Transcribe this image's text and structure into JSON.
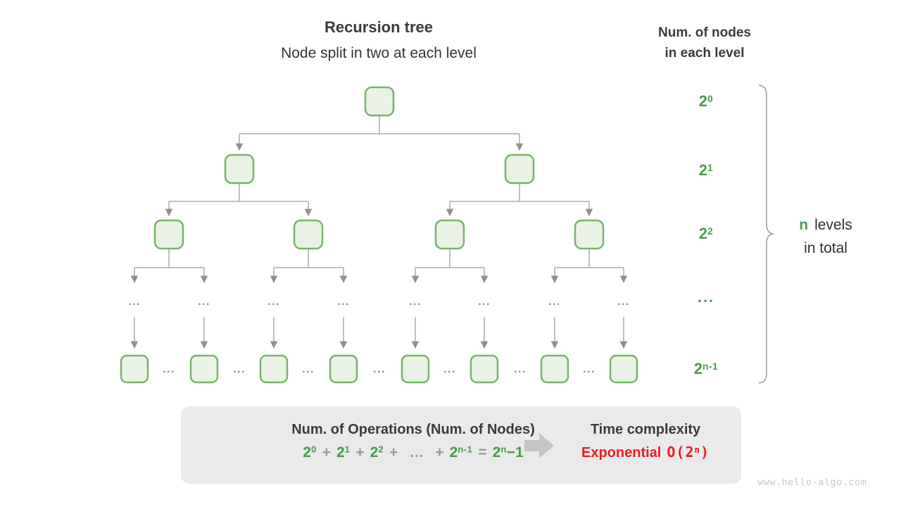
{
  "header": {
    "title": "Recursion tree",
    "subtitle": "Node split in two at each level"
  },
  "right_panel": {
    "header": "Num. of nodes\nin each level",
    "levels": [
      {
        "base": "2",
        "exp": "0"
      },
      {
        "base": "2",
        "exp": "1"
      },
      {
        "base": "2",
        "exp": "2"
      },
      {
        "dots": "..."
      },
      {
        "base": "2",
        "exp": "n-1"
      }
    ]
  },
  "brace_label": {
    "n": "n",
    "rest": "levels",
    "line2": "in total"
  },
  "tree": {
    "ellipsis": "..."
  },
  "operations": {
    "title": "Num. of Operations (Num. of Nodes)",
    "formula_segments": [
      {
        "t": "2",
        "e": "0",
        "c": "green"
      },
      {
        "t": "+",
        "c": "gray"
      },
      {
        "t": "2",
        "e": "1",
        "c": "green"
      },
      {
        "t": "+",
        "c": "gray"
      },
      {
        "t": "2",
        "e": "2",
        "c": "green"
      },
      {
        "t": "+",
        "c": "gray"
      },
      {
        "t": "…",
        "c": "gray"
      },
      {
        "t": "+",
        "c": "gray"
      },
      {
        "t": "2",
        "e": "n-1",
        "c": "green"
      },
      {
        "t": "=",
        "c": "gray"
      },
      {
        "t": "2",
        "e": "n",
        "tail": "−1",
        "c": "green"
      }
    ]
  },
  "complexity": {
    "title": "Time complexity",
    "label": "Exponential",
    "o_open": "O(2",
    "o_exp": "n",
    "o_close": ")"
  },
  "watermark": "www.hello-algo.com",
  "colors": {
    "green": "#4e9b4e",
    "red": "#ee1b1f",
    "node_fill": "#e9f2e4",
    "node_border": "#77b569",
    "line_gray": "#ababab",
    "box_bg": "#eaeaea"
  }
}
